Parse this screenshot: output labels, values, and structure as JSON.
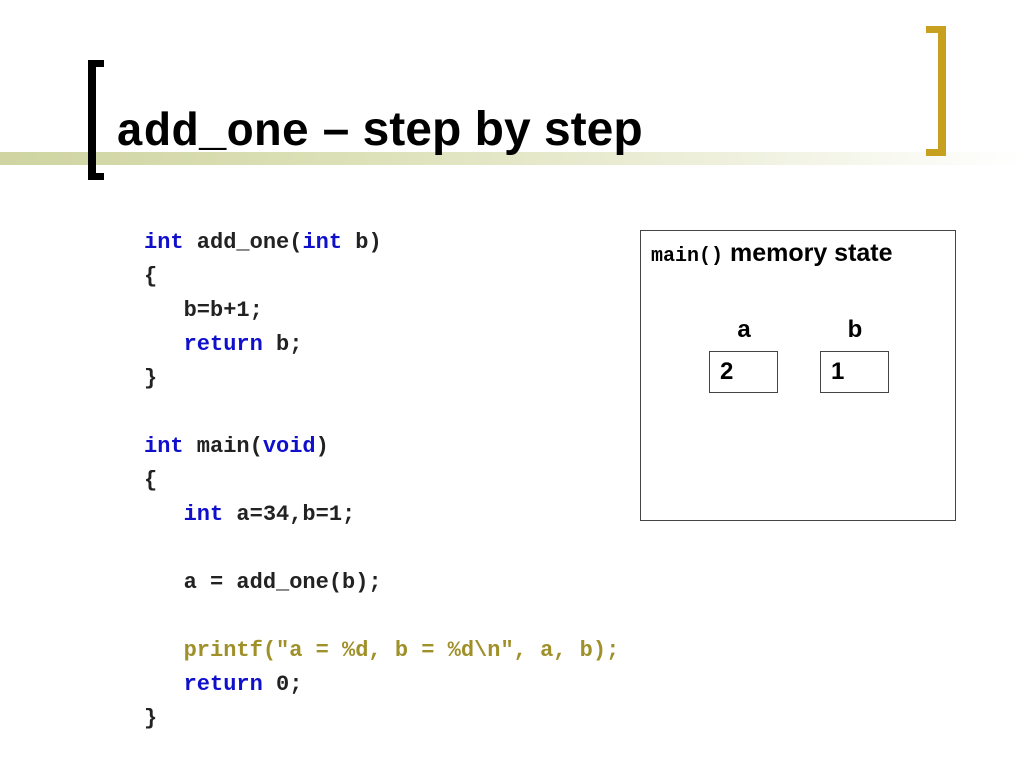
{
  "slide": {
    "title_code": "add_one",
    "title_text": " – step by step",
    "colors": {
      "keyword": "#1010cc",
      "printf": "#a0902a",
      "bracket_left": "#000000",
      "bracket_right": "#c8a020"
    }
  },
  "code": {
    "l1": {
      "kw1": "int",
      "t1": " add_one(",
      "kw2": "int",
      "t2": " b)"
    },
    "l2": "{",
    "l3": "   b=b+1;",
    "l4": {
      "indent": "   ",
      "kw": "return",
      "t": " b;"
    },
    "l5": "}",
    "l7": {
      "kw1": "int",
      "t1": " main(",
      "kw2": "void",
      "t2": ")"
    },
    "l8": "{",
    "l9": {
      "indent": "   ",
      "kw": "int",
      "t": " a=34,b=1;"
    },
    "l11": "   a = add_one(b);",
    "l13": "   printf(\"a = %d, b = %d\\n\", a, b);",
    "l14": {
      "indent": "   ",
      "kw": "return",
      "t": " 0;"
    },
    "l15": "}"
  },
  "memory": {
    "title_code": "main()",
    "title_text": " memory state",
    "vars": [
      {
        "name": "a",
        "value": "2"
      },
      {
        "name": "b",
        "value": "1"
      }
    ]
  }
}
